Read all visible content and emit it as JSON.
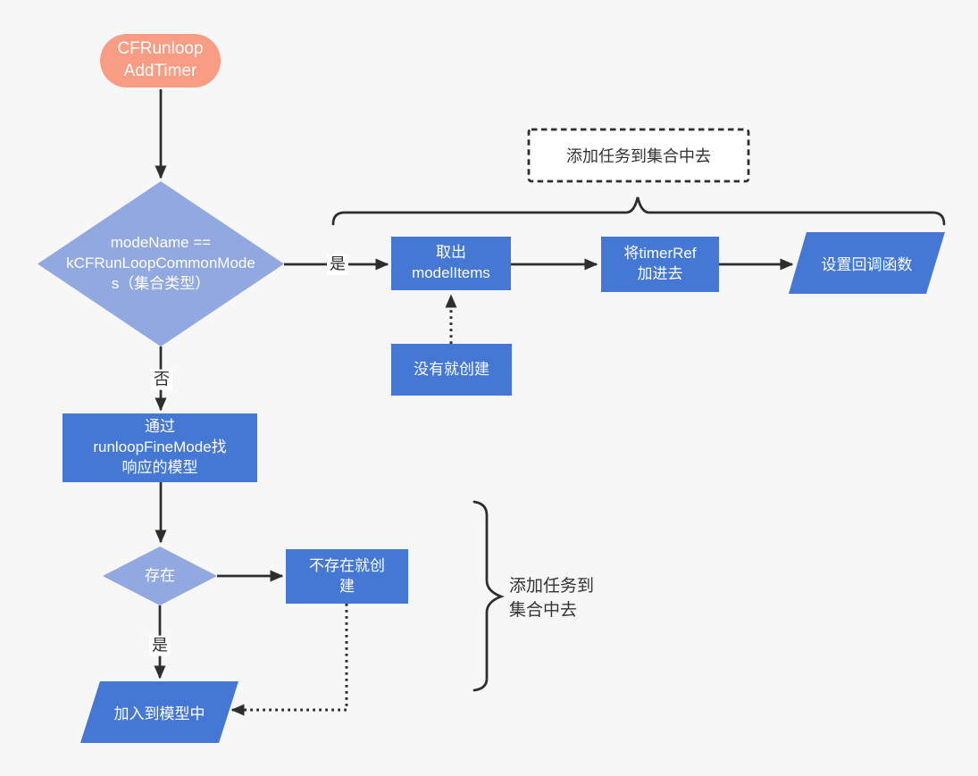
{
  "diagram": {
    "title_node": "CFRunloop\nAddTimer",
    "nodes": {
      "start": "CFRunloop\nAddTimer",
      "mode_check": "modeName ==\nkCFRunLoopCommonMode\ns（集合类型）",
      "top_note": "添加任务到集合中去",
      "take_out": "取出\nmodelItems",
      "add_timer_ref": "将timerRef\n加进去",
      "set_callback": "设置回调函数",
      "create_if_missing": "没有就创建",
      "find_model": "通过\nrunloopFineMode找\n响应的模型",
      "exists_check": "存在",
      "create_if_not_exists": "不存在就创\n建",
      "add_to_model": "加入到模型中",
      "brace_note": "添加任务到\n集合中去"
    },
    "edge_labels": {
      "yes_common": "是",
      "no_common": "否",
      "yes_exists": "是"
    },
    "colors": {
      "background": "#f7f7f7",
      "process_fill": "#4478d4",
      "decision_fill": "#92a8e0",
      "terminal_fill": "#f89c83",
      "line": "#2e2e2e",
      "note_text": "#333333",
      "node_text": "#ffffff"
    }
  }
}
